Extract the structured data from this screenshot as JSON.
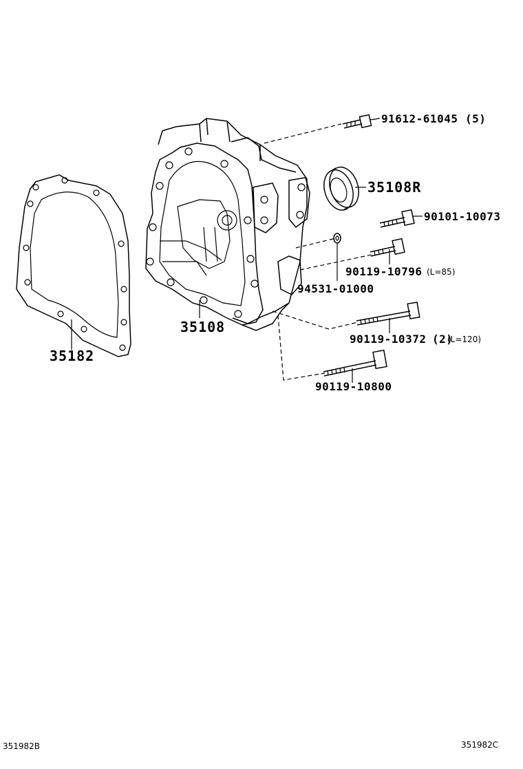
{
  "callouts": {
    "screw_top": "91612-61045",
    "screw_top_qty": "(5)",
    "oil_seal": "35108R",
    "bolt_a": "90101-10073",
    "bolt_b": "90119-10796",
    "bolt_b_note": "(L=85)",
    "washer": "94531-01000",
    "bolt_c": "90119-10372",
    "bolt_c_qty": "(2)",
    "bolt_c_note": "(L=120)",
    "bolt_d": "90119-10800",
    "housing": "35108",
    "gasket": "35182"
  },
  "footer": {
    "left_code": "351982B",
    "right_code": "351982C"
  }
}
